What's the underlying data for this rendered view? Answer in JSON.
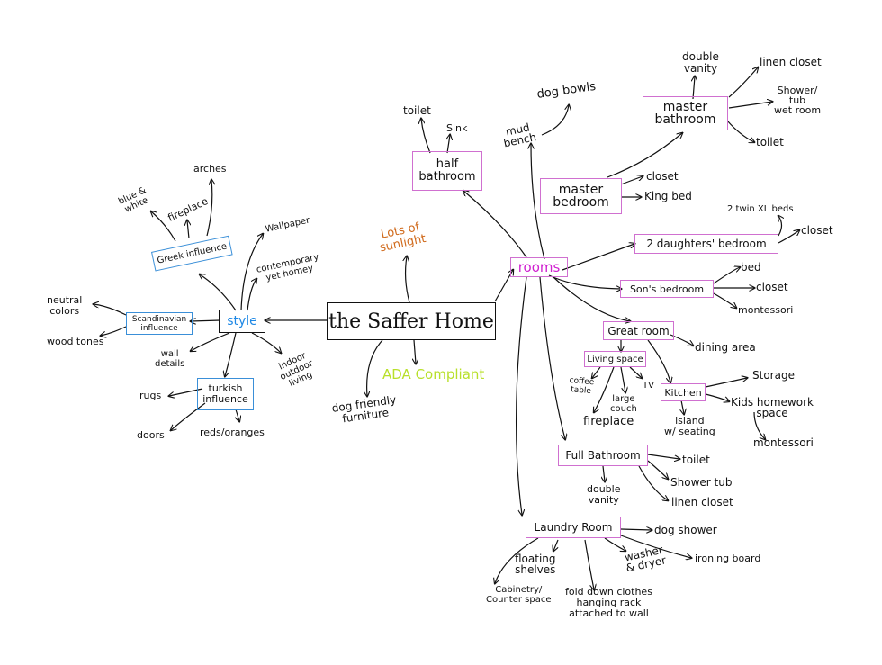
{
  "colors": {
    "ink": "#111111",
    "rooms_accent": "#d020d0",
    "box_pink": "#d070d0",
    "box_blue": "#3a8fd8",
    "style_text": "#1e88e5",
    "sunlight_text": "#d06a1c",
    "ada_text": "#b8e02a"
  },
  "center": {
    "title": "the Saffer Home"
  },
  "top_notes": {
    "sunlight": "Lots of\nsunlight",
    "ada": "ADA Compliant",
    "dog_furniture": "dog friendly\nfurniture"
  },
  "style": {
    "label": "style",
    "greek": {
      "label": "Greek influence",
      "blue_white": "blue &\nwhite",
      "fireplace": "fireplace",
      "arches": "arches"
    },
    "wallpaper": "Wallpaper",
    "contemporary": "contemporary\nyet homey",
    "scandinavian": {
      "label": "Scandinavian\ninfluence",
      "neutral": "neutral\ncolors",
      "wood": "wood tones"
    },
    "wall_details": "wall\ndetails",
    "indoor_outdoor": "indoor\noutdoor\nliving",
    "turkish": {
      "label": "turkish\ninfluence",
      "rugs": "rugs",
      "doors": "doors",
      "reds": "reds/oranges"
    }
  },
  "rooms": {
    "label": "rooms",
    "half_bath": {
      "label": "half\nbathroom",
      "toilet": "toilet",
      "sink": "Sink"
    },
    "mud_bench": "mud\nbench",
    "dog_bowls": "dog bowls",
    "master_bath": {
      "label": "master\nbathroom",
      "double_vanity": "double\nvanity",
      "linen": "linen closet",
      "shower": "Shower/\ntub\nwet room",
      "toilet": "toilet"
    },
    "master_bed": {
      "label": "master\nbedroom",
      "closet": "closet",
      "king": "King bed"
    },
    "daughters": {
      "label": "2 daughters' bedroom",
      "twin": "2 twin XL beds",
      "closet": "closet"
    },
    "son": {
      "label": "Son's bedroom",
      "bed": "bed",
      "closet": "closet",
      "montessori": "montessori"
    },
    "great_room": {
      "label": "Great room",
      "dining": "dining area",
      "living": {
        "label": "Living space",
        "coffee": "coffee\ntable",
        "tv": "TV",
        "couch": "large\ncouch",
        "fireplace": "fireplace"
      },
      "kitchen": {
        "label": "Kitchen",
        "storage": "Storage",
        "homework": "Kids homework\nspace",
        "montessori": "montessori",
        "island": "island\nw/ seating"
      }
    },
    "full_bath": {
      "label": "Full Bathroom",
      "toilet": "toilet",
      "shower": "Shower tub",
      "linen": "linen closet",
      "vanity": "double\nvanity"
    },
    "laundry": {
      "label": "Laundry Room",
      "dog_shower": "dog shower",
      "ironing": "ironing board",
      "washer": "washer\n& dryer",
      "shelves": "floating\nshelves",
      "cabinetry": "Cabinetry/\nCounter space",
      "rack": "fold down clothes\nhanging rack\nattached to wall"
    }
  }
}
